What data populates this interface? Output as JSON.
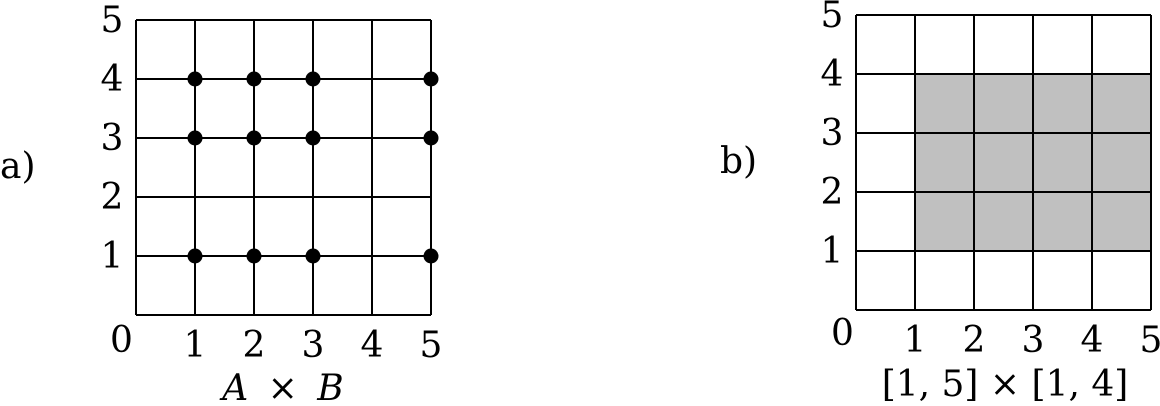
{
  "panel_a": {
    "label": "a)",
    "caption_left": "A",
    "caption_op": "×",
    "caption_right": "B",
    "origin_label": "0",
    "x_ticks": [
      "1",
      "2",
      "3",
      "4",
      "5"
    ],
    "y_ticks": [
      "1",
      "2",
      "3",
      "4",
      "5"
    ],
    "points": [
      {
        "x": 1,
        "y": 4
      },
      {
        "x": 2,
        "y": 4
      },
      {
        "x": 3,
        "y": 4
      },
      {
        "x": 5,
        "y": 4
      },
      {
        "x": 1,
        "y": 3
      },
      {
        "x": 2,
        "y": 3
      },
      {
        "x": 3,
        "y": 3
      },
      {
        "x": 5,
        "y": 3
      },
      {
        "x": 1,
        "y": 1
      },
      {
        "x": 2,
        "y": 1
      },
      {
        "x": 3,
        "y": 1
      },
      {
        "x": 5,
        "y": 1
      }
    ],
    "point_color": "#000000"
  },
  "panel_b": {
    "label": "b)",
    "caption": "[1, 5] × [1, 4]",
    "origin_label": "0",
    "x_ticks": [
      "1",
      "2",
      "3",
      "4",
      "5"
    ],
    "y_ticks": [
      "1",
      "2",
      "3",
      "4",
      "5"
    ],
    "shaded_region": {
      "x_min": 1,
      "x_max": 5,
      "y_min": 1,
      "y_max": 4
    },
    "shade_color": "#c0c0c0"
  }
}
